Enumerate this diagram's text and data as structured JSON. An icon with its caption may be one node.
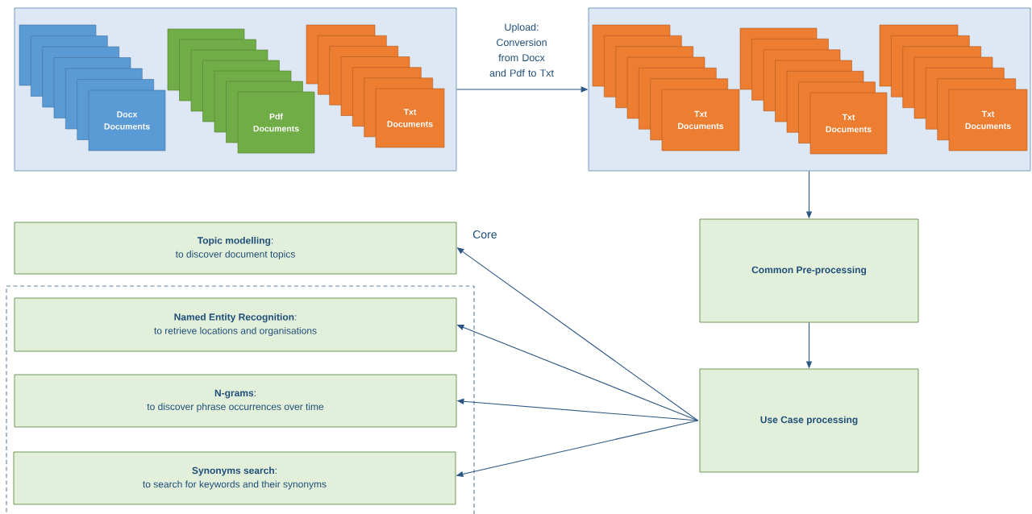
{
  "diagram": {
    "nodes": [
      {
        "text": [],
        "shape": "box"
      },
      {
        "text": [
          "Docx Documents"
        ],
        "in": 0
      },
      {
        "text": [
          "Pdf Documents"
        ],
        "in": 0
      },
      {
        "text": [
          "Txt Documents"
        ],
        "in": 0
      },
      {
        "text": [],
        "shape": "box"
      },
      {
        "text": [
          "Txt Documents"
        ],
        "in": 4
      },
      {
        "text": [
          "Txt Documents"
        ],
        "in": 4
      },
      {
        "text": [
          "Txt Documents"
        ],
        "in": 4
      },
      {
        "text": [
          "Common Pre-processing"
        ]
      },
      {
        "text": [
          "Use Case processing"
        ]
      },
      {
        "text": [
          "**Topic modelling**:",
          "to discover document topics"
        ]
      },
      {
        "text": [],
        "shape": "box"
      },
      {
        "text": [
          "**Named Entity Recognition**:",
          "to retrieve locations and organisations"
        ],
        "in": 11
      },
      {
        "text": [
          "**N-grams**:",
          "to discover phrase occurrences over time"
        ],
        "in": 11
      },
      {
        "text": [
          "**Synonyms search**:",
          "to search for keywords and their synonyms"
        ],
        "in": 11
      }
    ],
    "edges": [
      {
        "from": 0,
        "to": 4,
        "arrow": "to",
        "label": "Upload: Conversion from Docx and Pdf to Txt"
      },
      {
        "from": 4,
        "to": 8,
        "arrow": "to"
      },
      {
        "from": 8,
        "to": 9,
        "arrow": "to"
      },
      {
        "from": 9,
        "to": 10,
        "arrow": "to"
      },
      {
        "from": 9,
        "to": 12,
        "arrow": "to"
      },
      {
        "from": 9,
        "to": 13,
        "arrow": "to"
      },
      {
        "from": 9,
        "to": 14,
        "arrow": "to"
      }
    ],
    "labels": [
      "Core"
    ]
  }
}
